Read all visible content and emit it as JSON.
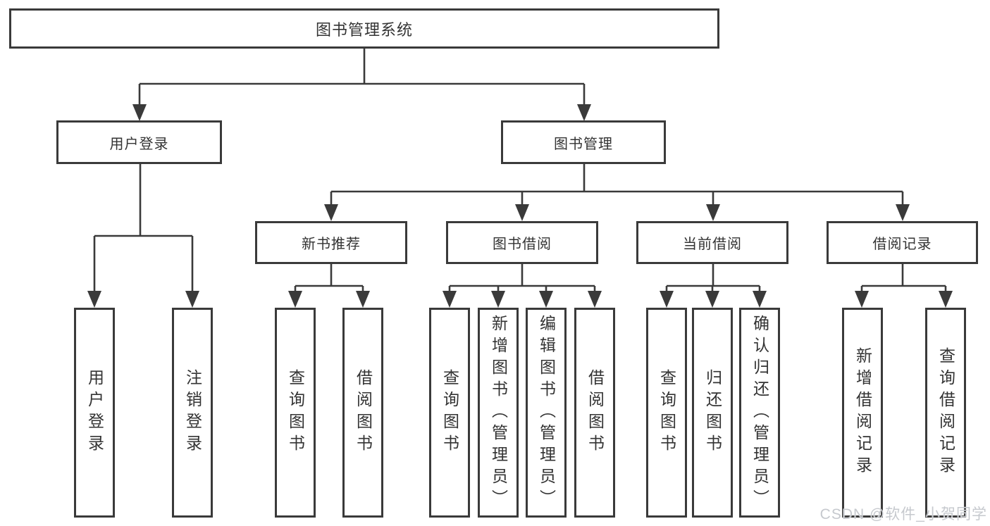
{
  "tree": {
    "root": "图书管理系统",
    "branches": [
      {
        "label": "用户登录",
        "children": [
          "用户登录",
          "注销登录"
        ]
      },
      {
        "label": "图书管理",
        "children": [
          {
            "label": "新书推荐",
            "children": [
              "查询图书",
              "借阅图书"
            ]
          },
          {
            "label": "图书借阅",
            "children": [
              "查询图书",
              "新增图书（管理员）",
              "编辑图书（管理员）",
              "借阅图书"
            ]
          },
          {
            "label": "当前借阅",
            "children": [
              "查询图书",
              "归还图书",
              "确认归还（管理员）"
            ]
          },
          {
            "label": "借阅记录",
            "children": [
              "新增借阅记录",
              "查询借阅记录"
            ]
          }
        ]
      }
    ]
  },
  "watermark": "CSDN @软件_小贺同学",
  "colors": {
    "line": "#3a3a3a",
    "box_border": "#3a3a3a",
    "text": "#333333",
    "background": "#ffffff",
    "watermark": "#c6c9ce"
  }
}
